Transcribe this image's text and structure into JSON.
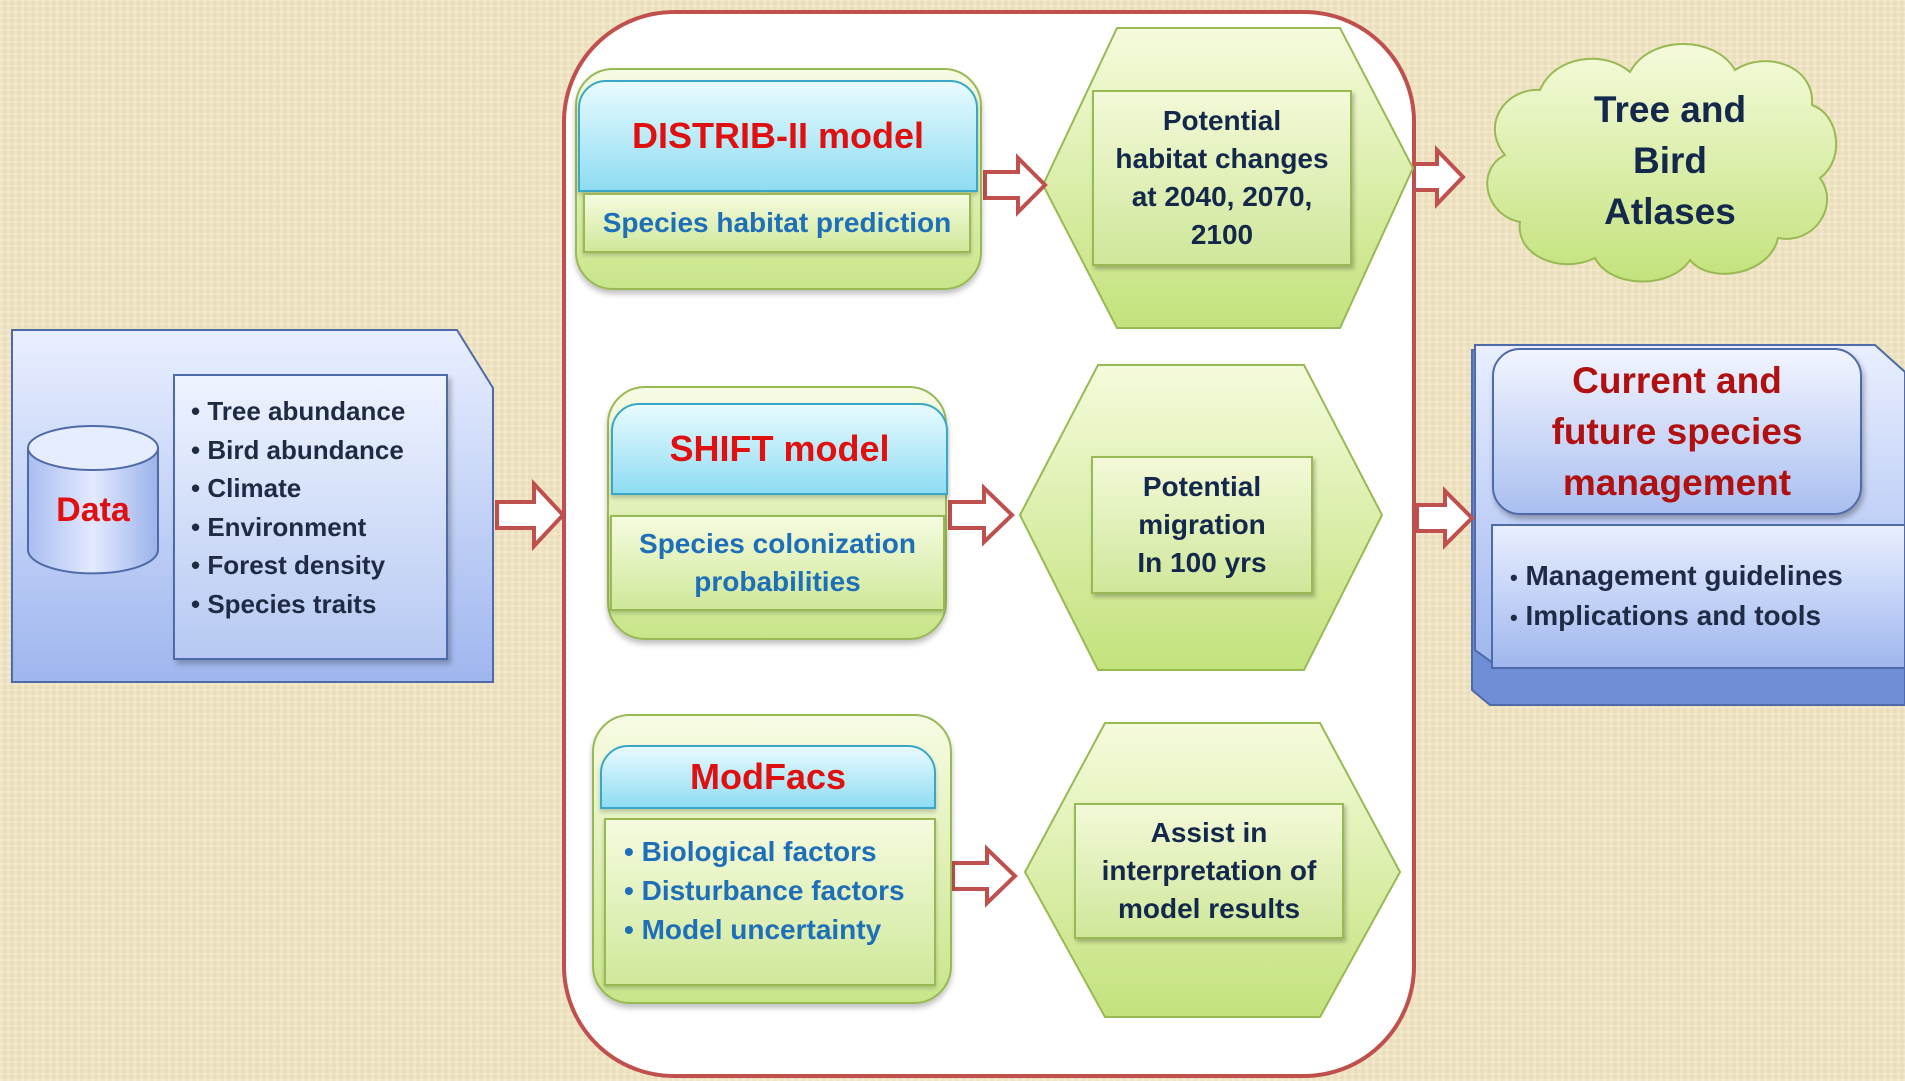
{
  "data_box": {
    "title": "Data",
    "items": [
      "Tree abundance",
      "Bird abundance",
      "Climate",
      "Environment",
      "Forest density",
      "Species  traits"
    ]
  },
  "models": [
    {
      "title": "DISTRIB-II model",
      "description": "Species habitat prediction",
      "output": [
        "Potential",
        "habitat changes",
        "at 2040, 2070,",
        "2100"
      ]
    },
    {
      "title": "SHIFT model",
      "description": [
        "Species colonization",
        "probabilities"
      ],
      "output": [
        "Potential",
        "migration",
        "In 100 yrs"
      ]
    },
    {
      "title": "ModFacs",
      "factors": [
        "Biological factors",
        "Disturbance factors",
        "Model uncertainty"
      ],
      "output": [
        "Assist in",
        "interpretation of",
        "model results"
      ]
    }
  ],
  "atlas": {
    "lines": [
      "Tree and",
      "Bird",
      "Atlases"
    ]
  },
  "management": {
    "title_lines": [
      "Current and",
      "future species",
      "management"
    ],
    "items": [
      "Management guidelines",
      "Implications and tools"
    ]
  },
  "colors": {
    "frame_border": "#c0504d",
    "model_title_text": "#e01010",
    "body_text_blue": "#1e6fb8",
    "dark_text": "#14284b"
  }
}
